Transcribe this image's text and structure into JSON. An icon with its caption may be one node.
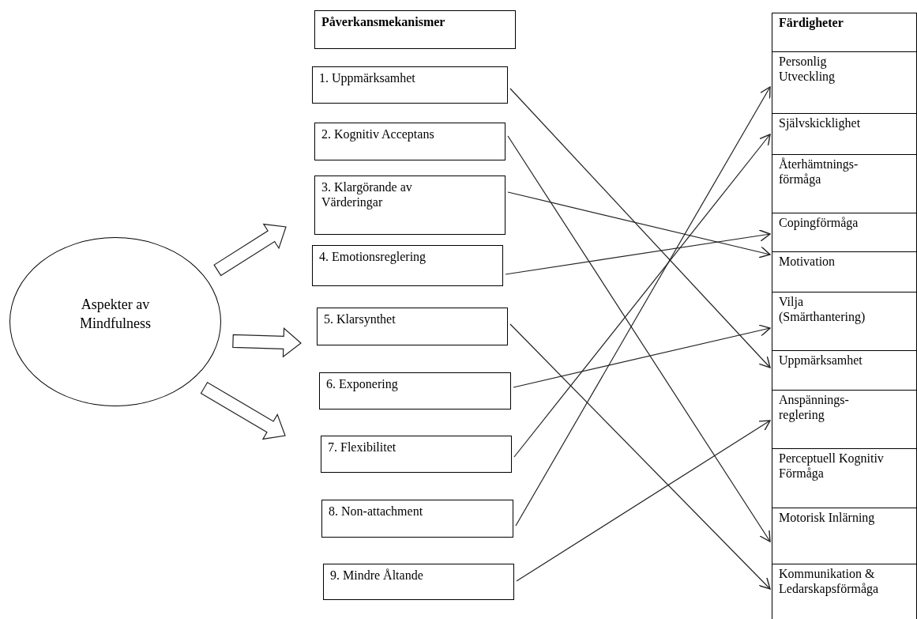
{
  "diagram": {
    "nodes": [
      {
        "text": [
          "Aspekter av Mindfulness"
        ]
      },
      {
        "text": [
          "Påverkansmekanismer"
        ]
      },
      {
        "text": [
          "1. Uppmärksamhet"
        ]
      },
      {
        "text": [
          "2. Kognitiv Acceptans"
        ]
      },
      {
        "text": [
          "3. Klargörande av Värderingar"
        ]
      },
      {
        "text": [
          "4. Emotionsreglering"
        ]
      },
      {
        "text": [
          "5. Klarsynthet"
        ]
      },
      {
        "text": [
          "6. Exponering"
        ]
      },
      {
        "text": [
          "7. Flexibilitet"
        ]
      },
      {
        "text": [
          "8. Non-attachment"
        ]
      },
      {
        "text": [
          "9. Mindre Åltande"
        ]
      },
      {
        "text": [
          "Färdigheter"
        ]
      },
      {
        "text": [
          "Personlig Utveckling"
        ]
      },
      {
        "text": [
          "Självskicklighet"
        ]
      },
      {
        "text": [
          "Återhämtnings- förmåga"
        ]
      },
      {
        "text": [
          "Copingförmåga"
        ]
      },
      {
        "text": [
          "Motivation"
        ]
      },
      {
        "text": [
          "Vilja (Smärthantering)"
        ]
      },
      {
        "text": [
          "Uppmärksamhet"
        ]
      },
      {
        "text": [
          "Anspännings- reglering"
        ]
      },
      {
        "text": [
          "Perceptuell Kognitiv Förmåga"
        ]
      },
      {
        "text": [
          "Motorisk Inlärning"
        ]
      },
      {
        "text": [
          "Kommunikation & Ledarskapsförmåga"
        ]
      }
    ],
    "edges": [
      {
        "from": 2,
        "to": 18,
        "arrow": "to"
      },
      {
        "from": 3,
        "to": 21,
        "arrow": "to"
      },
      {
        "from": 4,
        "to": 16,
        "arrow": "to"
      },
      {
        "from": 5,
        "to": 15,
        "arrow": "to"
      },
      {
        "from": 6,
        "to": 22,
        "arrow": "to"
      },
      {
        "from": 7,
        "to": 17,
        "arrow": "to"
      },
      {
        "from": 8,
        "to": 13,
        "arrow": "to"
      },
      {
        "from": 9,
        "to": 12,
        "arrow": "to"
      },
      {
        "from": 10,
        "to": 19,
        "arrow": "to"
      },
      {
        "from": 0,
        "to": null,
        "arrow": "to",
        "style": "thick"
      },
      {
        "from": 0,
        "to": null,
        "arrow": "to",
        "style": "thick"
      },
      {
        "from": 0,
        "to": null,
        "arrow": "to",
        "style": "thick"
      }
    ]
  }
}
